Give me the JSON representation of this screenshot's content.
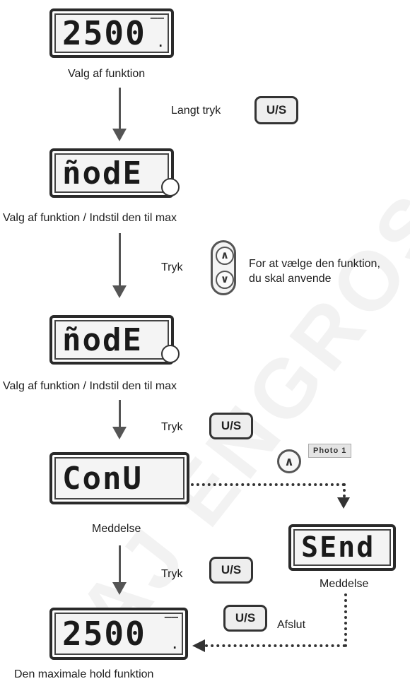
{
  "watermark": "AJ ENGROS A/S",
  "displays": {
    "d1": "2500",
    "d2": "ñodE",
    "d3": "ñodE",
    "d4": "ConU",
    "d5": "SEnd",
    "d6": "2500"
  },
  "labels": {
    "valg1": "Valg af funktion",
    "langt_tryk": "Langt tryk",
    "valg2": "Valg af funktion / Indstil den til max",
    "tryk1": "Tryk",
    "choose_line1": "For at vælge den funktion,",
    "choose_line2": "du skal anvende",
    "valg3": "Valg af funktion / Indstil den til max",
    "tryk2": "Tryk",
    "meddelelse1": "Meddelse",
    "tryk3": "Tryk",
    "meddelelse2": "Meddelse",
    "afslut": "Afslut",
    "bottom": "Den maximale hold funktion",
    "photo_tag": "Photo 1"
  },
  "buttons": {
    "us1": "U/S",
    "us2": "U/S",
    "us3": "U/S",
    "us4": "U/S",
    "up": "∧",
    "down": "∨",
    "up2": "∧"
  }
}
